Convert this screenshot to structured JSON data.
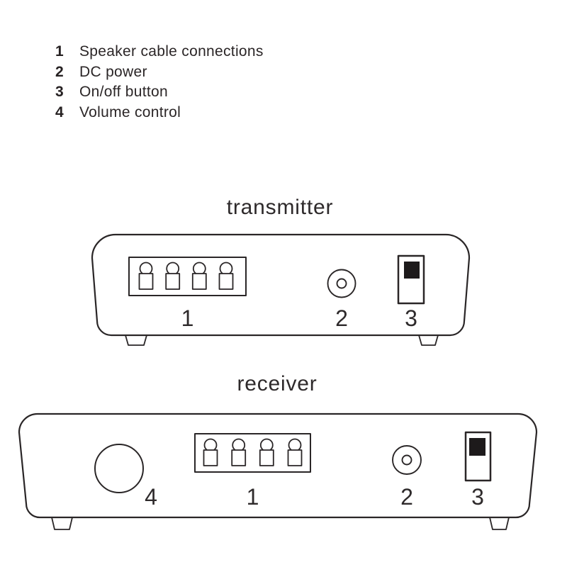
{
  "legend": {
    "items": [
      {
        "num": "1",
        "label": "Speaker cable connections"
      },
      {
        "num": "2",
        "label": "DC power"
      },
      {
        "num": "3",
        "label": "On/off button"
      },
      {
        "num": "4",
        "label": "Volume control"
      }
    ]
  },
  "transmitter": {
    "title": "transmitter",
    "labels": {
      "speaker_terminals": "1",
      "dc_power": "2",
      "power_switch": "3"
    }
  },
  "receiver": {
    "title": "receiver",
    "labels": {
      "speaker_terminals": "1",
      "dc_power": "2",
      "power_switch": "3",
      "volume_knob": "4"
    }
  },
  "colors": {
    "line": "#2a2627",
    "text": "#2e2a2b",
    "switch_fill": "#1d1a1b",
    "background": "#ffffff"
  }
}
